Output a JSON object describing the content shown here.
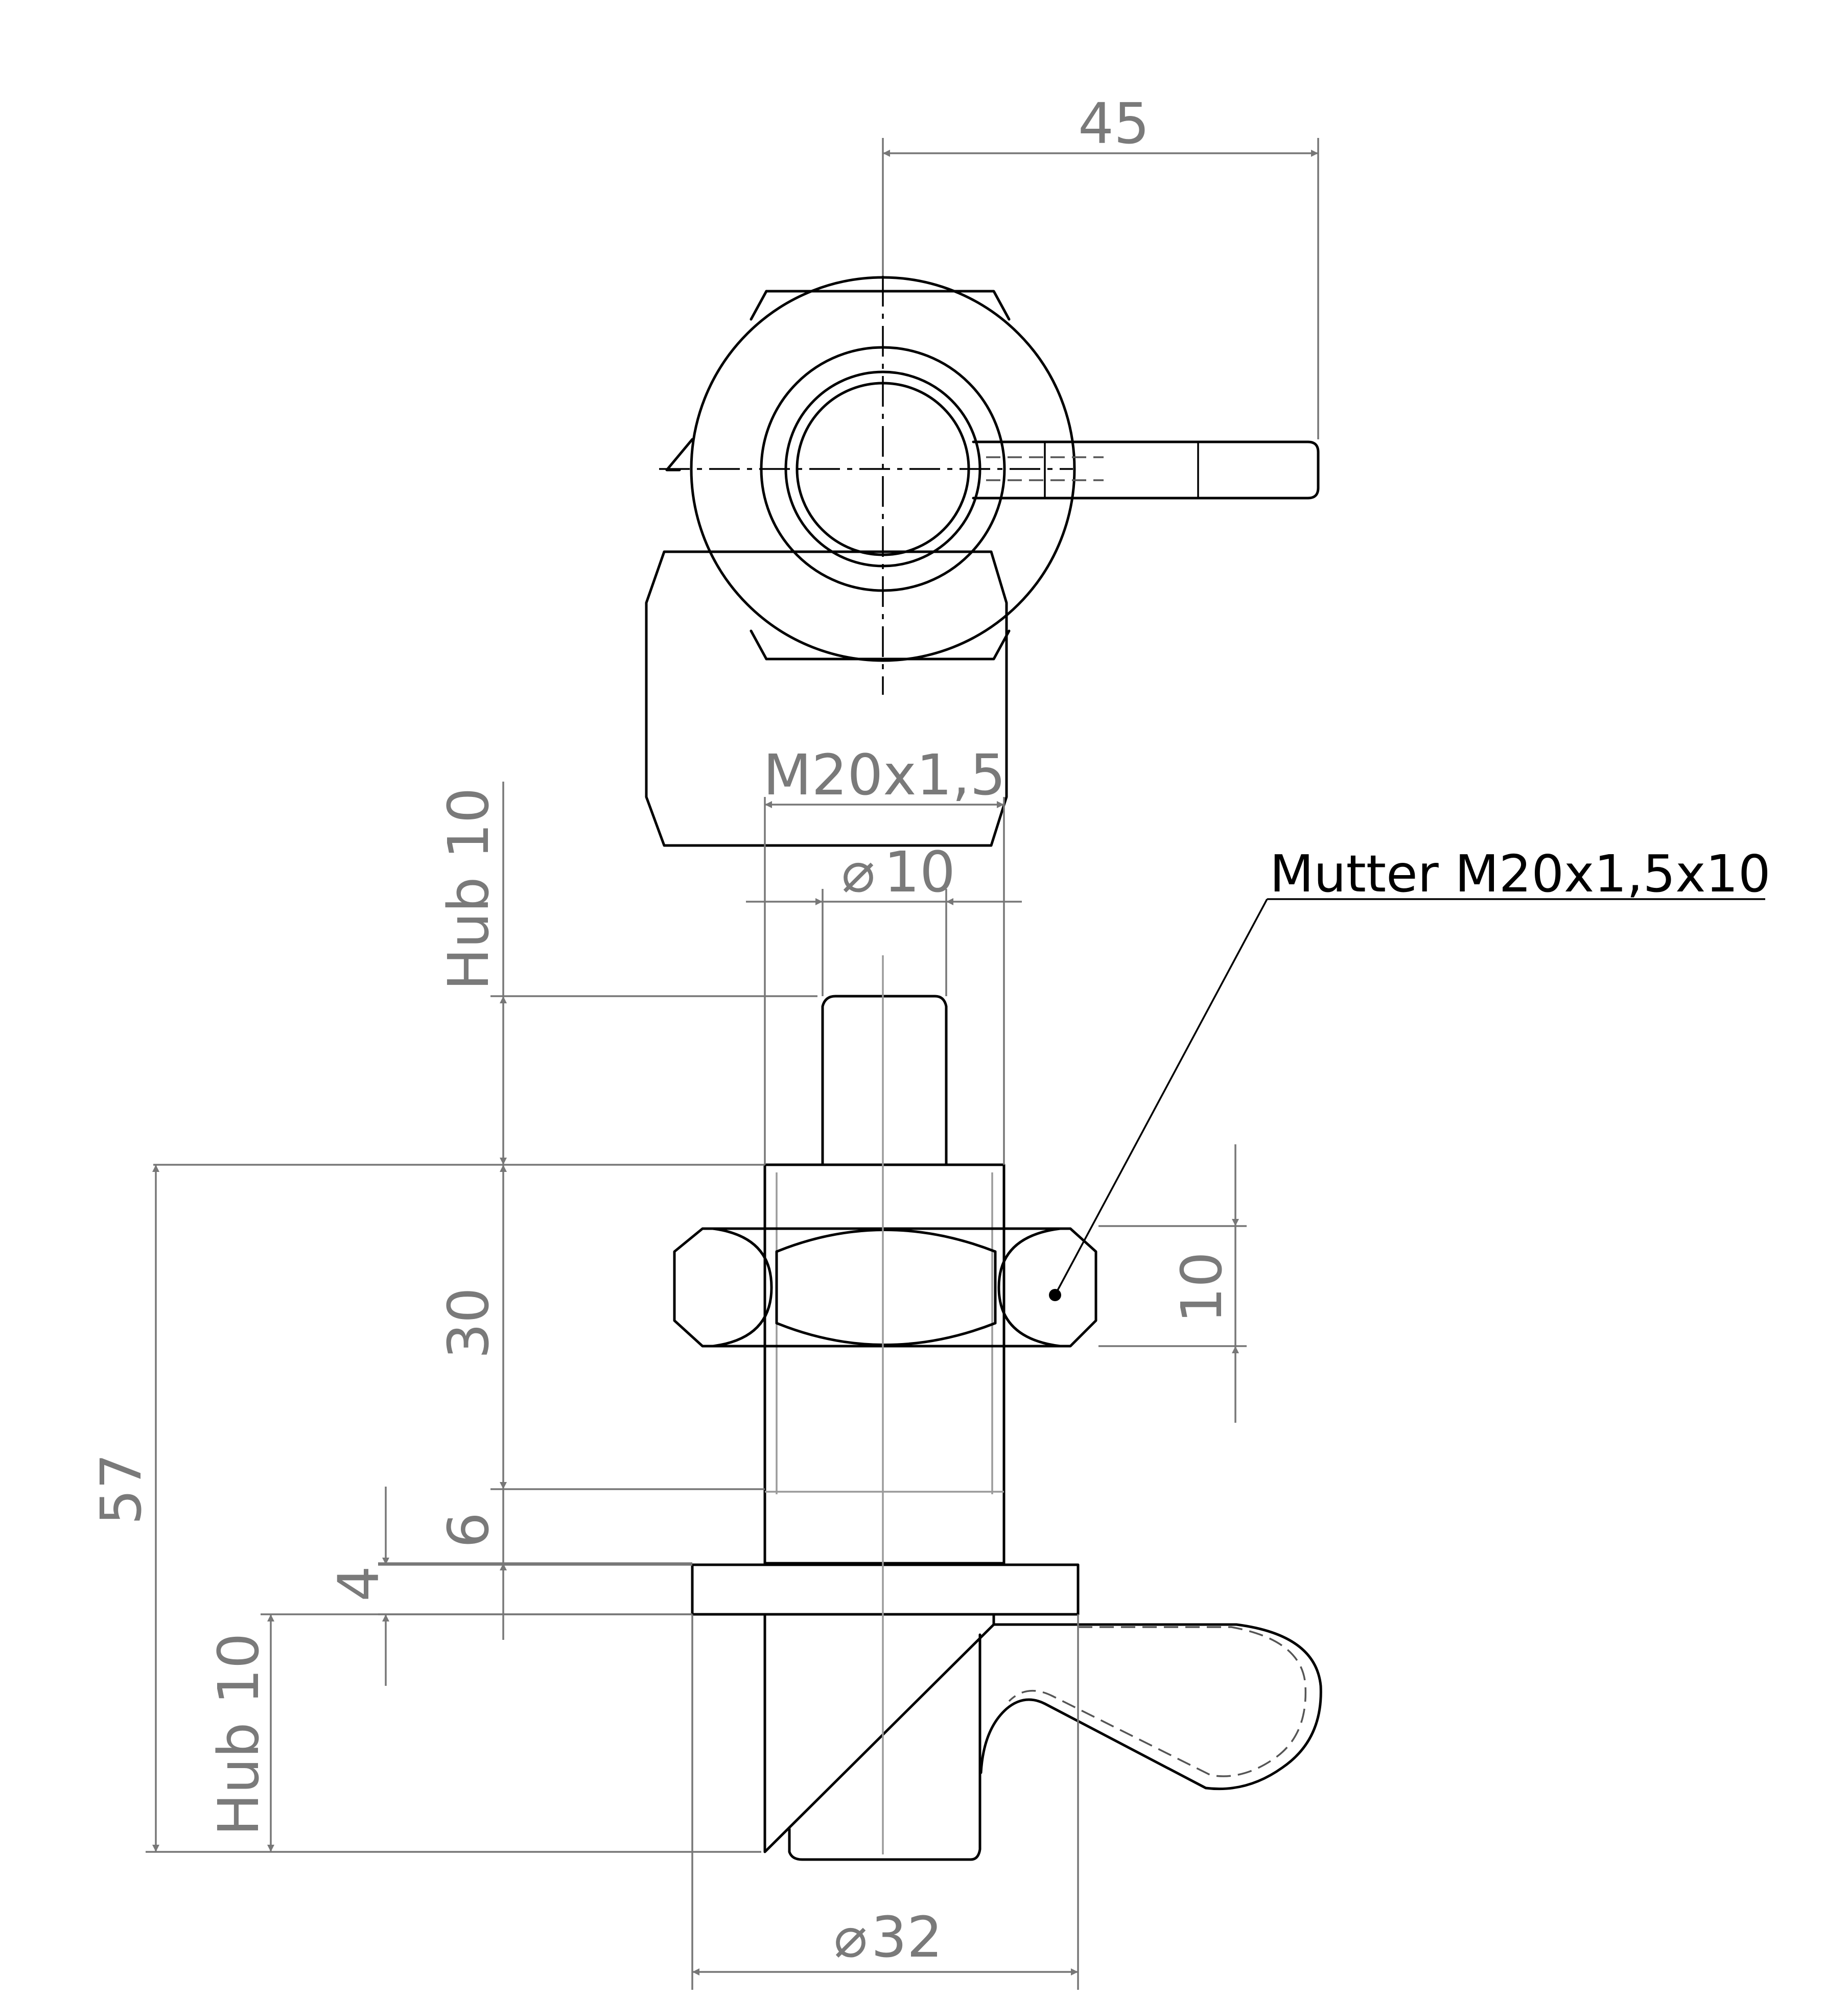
{
  "dimensions": {
    "handle_length": "45",
    "thread": "M20x1,5",
    "pin_diameter": "10",
    "pin_diameter_symbol": "⌀",
    "stroke_top": "Hub 10",
    "body_length": "30",
    "total_length": "57",
    "nut_height": "10",
    "dim_6": "6",
    "dim_4": "4",
    "stroke_bottom": "Hub 10",
    "flange_diameter": "32",
    "flange_diameter_symbol": "⌀"
  },
  "callout": {
    "nut_label": "Mutter M20x1,5x10"
  }
}
